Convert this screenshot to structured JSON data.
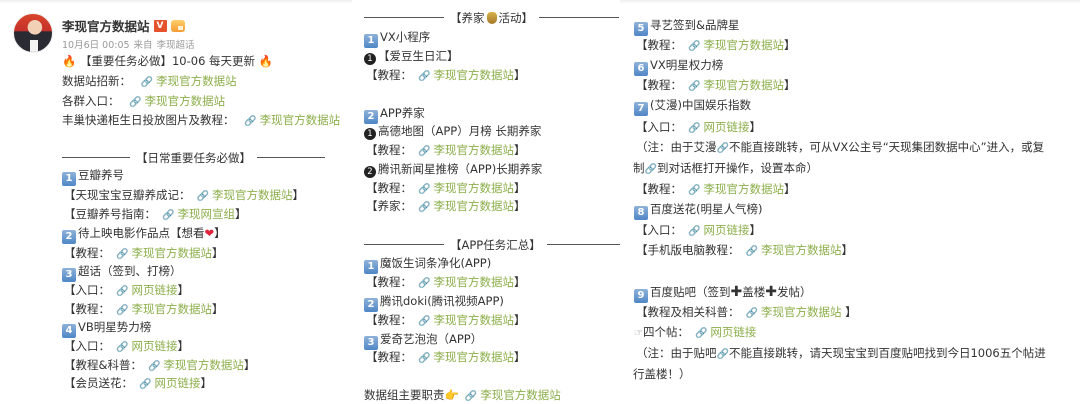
{
  "post": {
    "username": "李现官方数据站",
    "verified_badge": "V",
    "timestamp": "10月6日 00:05",
    "source_prefix": "来自",
    "source": "李现超话",
    "headline": "【重要任务必做】10-06 每天更新",
    "intro": [
      {
        "label": "数据站招新：",
        "link": "李现官方数据站"
      },
      {
        "label": "各群入口：",
        "link": "李现官方数据站"
      },
      {
        "label": "丰巢快递柜生日投放图片及教程：",
        "link": "李现官方数据站"
      }
    ]
  },
  "icons": {
    "fire": "🔥",
    "link": "🔗",
    "heart": "❤",
    "moneybag": "money-bag-icon",
    "pointing_hand": "👉",
    "index_hand": "☞",
    "plus": "✚"
  },
  "colors": {
    "link": "#8cae4a",
    "text": "#333333",
    "meta": "#9a9a9a",
    "number_badge": "#4f86c6",
    "verified": "#e5532d"
  },
  "panel1": {
    "section_title": "【日常重要任务必做】",
    "items": [
      {
        "num": "1",
        "title": "豆瓣养号",
        "rows": [
          {
            "prefix": "【天现宝宝豆瓣养成记：",
            "link": "李现官方数据站",
            "suffix": "】"
          },
          {
            "prefix": "【豆瓣养号指南：",
            "link": "李现网宣组",
            "suffix": "】"
          }
        ]
      },
      {
        "num": "2",
        "title": "待上映电影作品点【想看",
        "title_suffix": "】",
        "rows": [
          {
            "prefix": "【教程：",
            "link": "李现官方数据站",
            "suffix": "】"
          }
        ]
      },
      {
        "num": "3",
        "title": "超话（签到、打榜）",
        "rows": [
          {
            "prefix": "【入口：",
            "link": "网页链接",
            "suffix": "】"
          },
          {
            "prefix": "【教程：",
            "link": "李现官方数据站",
            "suffix": "】"
          }
        ]
      },
      {
        "num": "4",
        "title": "VB明星势力榜",
        "rows": [
          {
            "prefix": "【入口：",
            "link": "网页链接",
            "suffix": "】"
          },
          {
            "prefix": "【教程&科普：",
            "link": "李现官方数据站",
            "suffix": "】"
          },
          {
            "prefix": "【会员送花：",
            "link": "网页链接",
            "suffix": "】"
          }
        ]
      }
    ]
  },
  "panel2": {
    "section1_title_a": "【养家",
    "section1_title_b": "活动】",
    "vx": {
      "num": "1",
      "title": "VX小程序",
      "sub_num": "1",
      "sub_title": "【爱豆生日汇】",
      "row": {
        "prefix": "【教程：",
        "link": "李现官方数据站",
        "suffix": "】"
      }
    },
    "app": {
      "num": "2",
      "title": "APP养家",
      "subs": [
        {
          "num": "1",
          "title": "高德地图（APP）月榜 长期养家",
          "rows": [
            {
              "prefix": "【教程：",
              "link": "李现官方数据站",
              "suffix": "】"
            }
          ]
        },
        {
          "num": "2",
          "title": "腾讯新闻星推榜（APP)长期养家",
          "rows": [
            {
              "prefix": "【教程：",
              "link": "李现官方数据站",
              "suffix": "】"
            },
            {
              "prefix": "【养家：",
              "link": "李现官方数据站",
              "suffix": "】"
            }
          ]
        }
      ]
    },
    "section2_title": "【APP任务汇总】",
    "app_tasks": [
      {
        "num": "1",
        "title": "魔饭生词条净化(APP)",
        "row": {
          "prefix": "【教程：",
          "link": "李现官方数据站",
          "suffix": "】"
        }
      },
      {
        "num": "2",
        "title": "腾讯doki(腾讯视频APP)",
        "row": {
          "prefix": "【教程：",
          "link": "李现官方数据站",
          "suffix": "】"
        }
      },
      {
        "num": "3",
        "title": "爱奇艺泡泡（APP）",
        "row": {
          "prefix": "【教程：",
          "link": "李现官方数据站",
          "suffix": "】"
        }
      }
    ],
    "footer": {
      "label": "数据组主要职责",
      "link": "李现官方数据站"
    }
  },
  "panel3": {
    "items": [
      {
        "num": "5",
        "title": "寻艺签到&品牌星",
        "rows": [
          {
            "prefix": "【教程：",
            "link": "李现官方数据站",
            "suffix": "】"
          }
        ]
      },
      {
        "num": "6",
        "title": "VX明星权力榜",
        "rows": [
          {
            "prefix": "【教程：",
            "link": "李现官方数据站",
            "suffix": "】"
          }
        ]
      },
      {
        "num": "7",
        "title": "(艾漫)中国娱乐指数",
        "rows": [
          {
            "prefix": "【入口：",
            "link": "网页链接",
            "suffix": "】"
          }
        ],
        "note_line1_a": "（注：由于艾漫",
        "note_line1_b": "不能直接跳转，可从VX公主号“天现集团数据中心”进入，或复",
        "note_line2_a": "制",
        "note_line2_b": "到对话框打开操作，设置本命）",
        "after_rows": [
          {
            "prefix": "【教程：",
            "link": "李现官方数据站",
            "suffix": "】"
          }
        ]
      },
      {
        "num": "8",
        "title": "百度送花(明星人气榜)",
        "rows": [
          {
            "prefix": "【入口：",
            "link": "网页链接",
            "suffix": "】"
          },
          {
            "prefix": "【手机版电脑教程：",
            "link": "李现官方数据站",
            "suffix": "】"
          }
        ]
      },
      {
        "num": "9",
        "title_a": "百度贴吧（签到",
        "title_b": "盖楼",
        "title_c": "发帖）",
        "rows": [
          {
            "prefix": "【教程及相关科普：",
            "link": "李现官方数据站",
            "suffix": " 】"
          }
        ],
        "posts_label": "四个帖：",
        "posts_link": "网页链接",
        "note_line1_a": "（注：由于贴吧",
        "note_line1_b": "不能直接跳转，请天现宝宝到百度贴吧找到今日1006五个帖进",
        "note_line2": "行盖楼！）"
      }
    ]
  }
}
